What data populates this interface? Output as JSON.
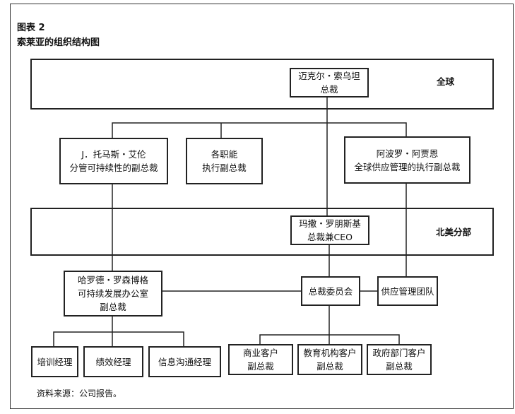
{
  "header": {
    "figure_label": "图表 2",
    "title": "索莱亚的组织结构图"
  },
  "bands": {
    "global": "全球",
    "north_america": "北美分部"
  },
  "nodes": {
    "global_president": [
      "迈克尔・索乌坦",
      "总裁"
    ],
    "vp_sustainability": [
      "J．托马斯・艾伦",
      "分管可持续性的副总裁"
    ],
    "evp_functions": [
      "各职能",
      "执行副总裁"
    ],
    "evp_supply": [
      "阿波罗・阿贾恩",
      "全球供应管理的执行副总裁"
    ],
    "na_ceo": [
      "玛撒・罗朋斯基",
      "总裁兼CEO"
    ],
    "vp_sustainability_office": [
      "哈罗德・罗森博格",
      "可持续发展办公室",
      "副总裁"
    ],
    "president_committee": [
      "总裁委员会"
    ],
    "supply_team": [
      "供应管理团队"
    ],
    "training_manager": [
      "培训经理"
    ],
    "performance_manager": [
      "绩效经理"
    ],
    "communications_manager": [
      "信息沟通经理"
    ],
    "vp_commercial": [
      "商业客户",
      "副总裁"
    ],
    "vp_education": [
      "教育机构客户",
      "副总裁"
    ],
    "vp_government": [
      "政府部门客户",
      "副总裁"
    ]
  },
  "footer": {
    "source": "资料来源：公司报告。"
  }
}
